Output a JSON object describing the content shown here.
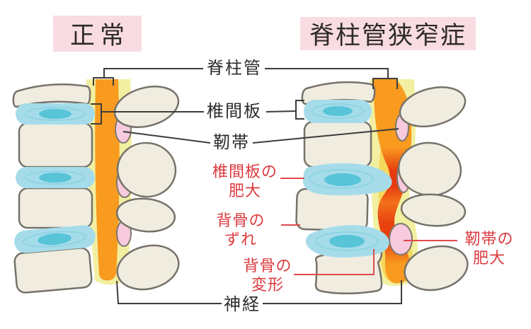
{
  "titles": {
    "left": "正常",
    "right": "脊柱管狭窄症"
  },
  "labels": {
    "spinal_canal": "脊柱管",
    "disc": "椎間板",
    "ligament": "靭帯",
    "nerve": "神経",
    "disc_hypertrophy": [
      "椎間板の",
      "肥大"
    ],
    "vertebra_slippage": [
      "背骨の",
      "ずれ"
    ],
    "vertebra_deformity": [
      "背骨の",
      "変形"
    ],
    "ligament_hypertrophy": [
      "靭帯の",
      "肥大"
    ]
  },
  "colors": {
    "title_bg": "#f9dce2",
    "label_text": "#2e2b2b",
    "highlight_red": "#dc3b3f",
    "pointer_red": "#e04a4c",
    "bone_fill": "#f0ede0",
    "bone_outline": "#76726a",
    "disc_blue": "#a6dcea",
    "disc_ring": "#8fd4e4",
    "disc_core": "#57c4d7",
    "ligament_yellow": "#f2efa0",
    "ligament_deep_yellow": "#f6d75e",
    "nerve_orange": "#f89b1f",
    "compressed_nerve_red": "#e73a0e",
    "ligament_pink": "#f7cadd",
    "connector_black": "#3c3c3c"
  }
}
